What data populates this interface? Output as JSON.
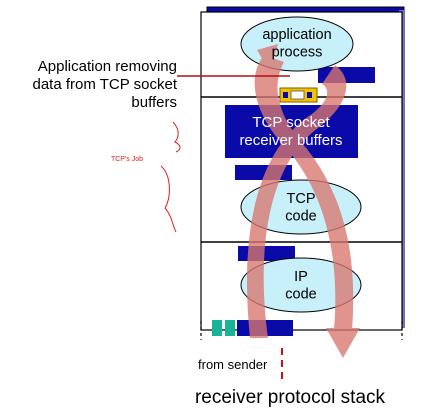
{
  "diagram": {
    "components": {
      "application_process": "application\nprocess",
      "tcp_socket_buffers": "TCP socket\nreceiver buffers",
      "tcp_code": "TCP\ncode",
      "ip_code": "IP\ncode"
    },
    "annotations": {
      "app_removing": "Application removing\ndata from TCP socket\nbuffers",
      "tcps_job": "TCP's Job",
      "from_sender": "from sender"
    },
    "title": "receiver protocol stack",
    "colors": {
      "ellipse_fill": "#c8f0fb",
      "buffer_blue": "#0a0aa8",
      "arrow": "#d9776f",
      "annotation_red": "#e02020",
      "dash_red": "#cc1010",
      "packet_teal": "#19b39a",
      "socket_yellow": "#f2c200"
    }
  }
}
